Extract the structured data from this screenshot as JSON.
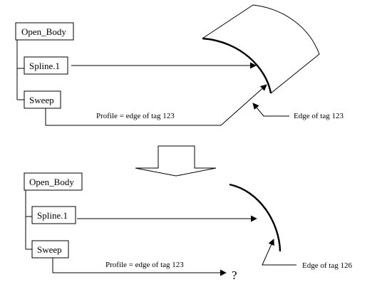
{
  "top": {
    "root_label": "Open_Body",
    "spline_label": "Spline.1",
    "sweep_label": "Sweep",
    "profile_label": "Profile = edge of tag 123",
    "edge_label": "Edge of tag 123"
  },
  "bottom": {
    "root_label": "Open_Body",
    "spline_label": "Spline.1",
    "sweep_label": "Sweep",
    "profile_label": "Profile = edge of tag 123",
    "edge_label": "Edge of tag 126",
    "question_mark": "?"
  },
  "colors": {
    "ink": "#000000",
    "background": "#ffffff"
  }
}
